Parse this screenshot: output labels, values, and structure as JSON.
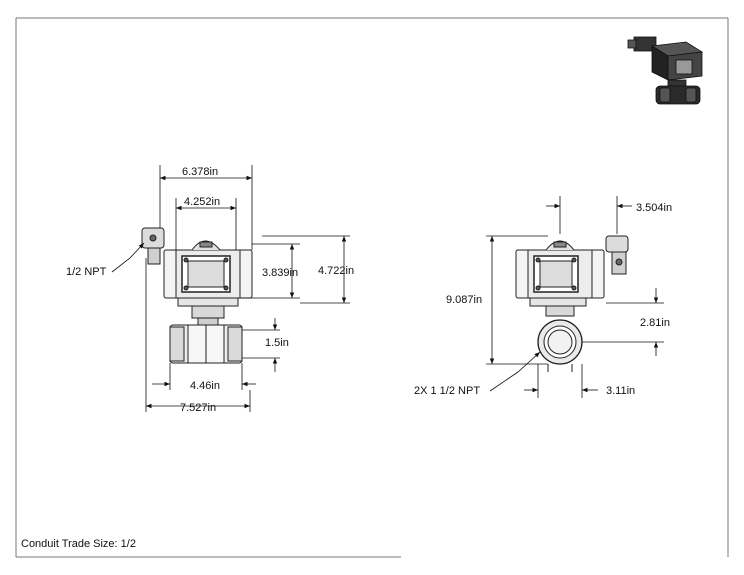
{
  "drawing": {
    "caption": "Conduit Trade Size: 1/2",
    "front_view": {
      "dims": {
        "overall_top_width": "6.378in",
        "actuator_width": "4.252in",
        "actuator_height": "3.839in",
        "total_height": "4.722in",
        "pipe_height": "1.5in",
        "valve_body_length": "4.46in",
        "overall_width": "7.527in"
      },
      "callout": "1/2 NPT"
    },
    "side_view": {
      "dims": {
        "solenoid_offset": "3.504in",
        "overall_height": "9.087in",
        "pipe_center": "2.81in",
        "flange_offset": "3.11in"
      },
      "callout": "2X 1 1/2 NPT"
    },
    "iso_thumbnail": "3D valve actuator thumbnail"
  }
}
